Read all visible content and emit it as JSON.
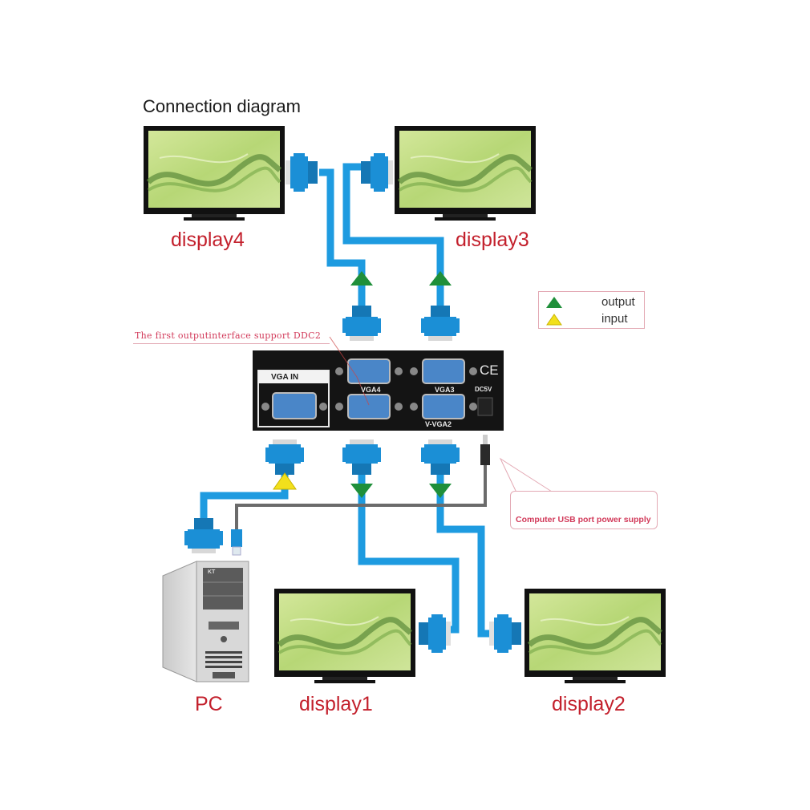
{
  "diagram": {
    "title": "Connection diagram",
    "note_ddc2": "The first outputinterface support DDC2",
    "legend": {
      "items": [
        {
          "symbol": "green-triangle-up",
          "label": "output",
          "color": "#1f8f3a"
        },
        {
          "symbol": "yellow-triangle-up",
          "label": "input",
          "color": "#f2e01c"
        }
      ]
    },
    "callout_power": "Computer USB port power supply",
    "splitter": {
      "ports": {
        "vga_in": "VGA IN",
        "vga4": "VGA4",
        "vga3": "VGA3",
        "vga2": "V-VGA2",
        "dc": "DC5V",
        "ce_mark": "CE"
      }
    },
    "devices": {
      "display4": "display4",
      "display3": "display3",
      "display1": "display1",
      "display2": "display2",
      "pc": "PC",
      "pc_badge": "KT"
    },
    "colors": {
      "cable_blue": "#1e9be0",
      "connector_blue": "#1b8fd6",
      "label_red": "#c3202c",
      "power_cable_gray": "#6b6b6b",
      "splitter_black": "#141414",
      "screen_green": "#b9d77a"
    }
  }
}
